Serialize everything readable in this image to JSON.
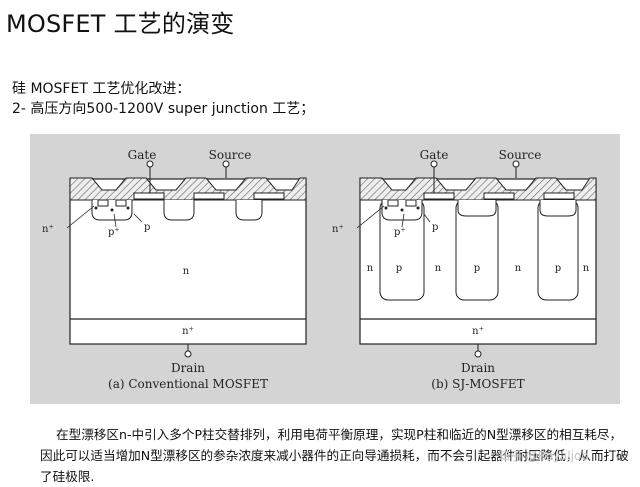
{
  "page": {
    "title": "MOSFET 工艺的演变",
    "subtitle_line1": "硅 MOSFET 工艺优化改进：",
    "subtitle_line2": "2- 高压方向500-1200V super junction  工艺；",
    "paragraph": "在型漂移区n-中引入多个P柱交替排列，利用电荷平衡原理，实现P柱和临近的N型漂移区的相互耗尽，因此可以适当增加N型漂移区的参杂浓度来减小器件的正向导通损耗，而不会引起器件耐压降低，从而打破了硅极限.",
    "watermark": "知乎 @Royaljoo"
  },
  "figure": {
    "gate_label": "Gate",
    "source_label": "Source",
    "drain_label": "Drain",
    "left_caption": "(a) Conventional MOSFET",
    "right_caption": "(b) SJ-MOSFET",
    "n_plus": "n⁺",
    "p_plus": "p⁺",
    "p": "p",
    "n": "n"
  }
}
